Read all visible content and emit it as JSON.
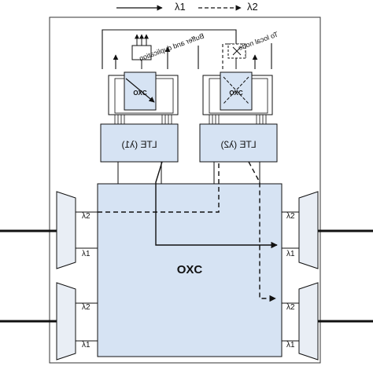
{
  "legend": {
    "solid_label": "λ1",
    "dashed_label": "λ2"
  },
  "main_switch": {
    "label": "OXC"
  },
  "lte_left": {
    "label": "LTE (λ1)"
  },
  "lte_right": {
    "label": "LTE (λ2)"
  },
  "small_oxc_left": {
    "label": "OXC"
  },
  "small_oxc_right": {
    "label": "OXC"
  },
  "annotations": {
    "buffer_label": "Buffer and duplication",
    "local_node_label": "To local node"
  },
  "ports": {
    "left_upper": [
      "λ2",
      "λ1"
    ],
    "left_lower": [
      "λ2",
      "λ1"
    ],
    "right_upper": [
      "λ2",
      "λ1"
    ],
    "right_lower": [
      "λ2",
      "λ1"
    ]
  },
  "colors": {
    "box_fill": "#d6e3f3",
    "line": "#1a1a1a",
    "frame": "#333333",
    "mux_fill": "#e9eef5"
  }
}
